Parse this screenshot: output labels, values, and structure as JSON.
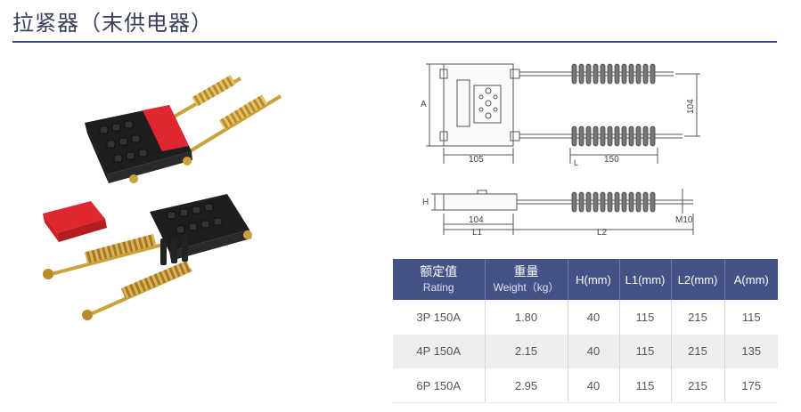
{
  "header": {
    "title": "拉紧器（末供电器）"
  },
  "drawing": {
    "dim_A": "A",
    "dim_104_vertical": "104",
    "dim_105": "105",
    "dim_L": "L",
    "dim_150": "150",
    "dim_H": "H",
    "dim_104_bottom": "104",
    "dim_L1": "L1",
    "dim_L2": "L2",
    "dim_M10": "M10"
  },
  "table": {
    "headers": [
      {
        "cn": "额定值",
        "en": "Rating"
      },
      {
        "cn": "重量",
        "en": "Weight（kg）"
      },
      {
        "cn": "",
        "en": "H(mm)"
      },
      {
        "cn": "",
        "en": "L1(mm)"
      },
      {
        "cn": "",
        "en": "L2(mm)"
      },
      {
        "cn": "",
        "en": "A(mm)"
      }
    ],
    "rows": [
      [
        "3P 150A",
        "1.80",
        "40",
        "115",
        "215",
        "115"
      ],
      [
        "4P 150A",
        "2.15",
        "40",
        "115",
        "215",
        "135"
      ],
      [
        "6P 150A",
        "2.95",
        "40",
        "115",
        "215",
        "175"
      ]
    ]
  },
  "colors": {
    "header_bg": "#445286",
    "title_text": "#3a3f5c",
    "accent_red": "#e0262e",
    "body_black": "#1e1e1e",
    "brass": "#c9a23a"
  }
}
